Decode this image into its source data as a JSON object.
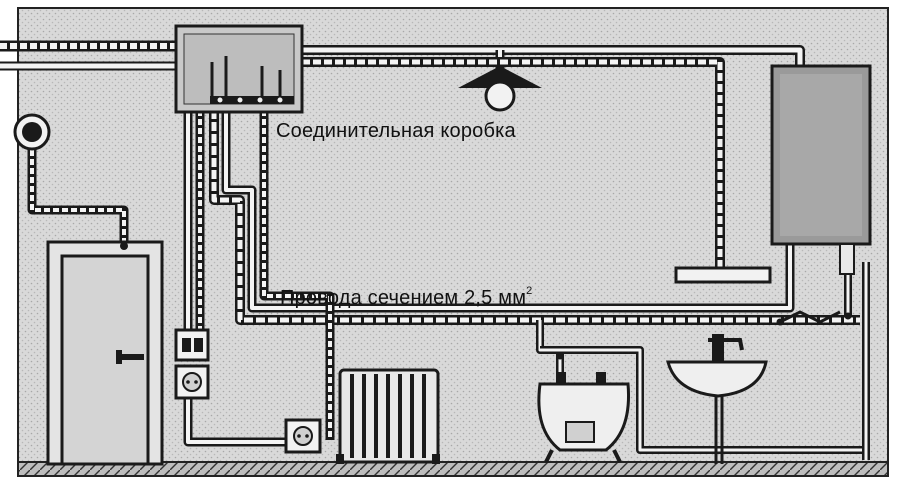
{
  "labels": {
    "junction_box": "Соединительная коробка",
    "wires": "Провода сечением 2,5 мм",
    "wires_sup": "2"
  },
  "colors": {
    "wall": "#d6d6d6",
    "ink": "#1a1a1a",
    "wire_gap": "#f2f2f2",
    "fixture_fill": "#9a9a9a"
  },
  "icons": [
    "junction-box-icon",
    "ceiling-lamp-icon",
    "round-switch-icon",
    "door-icon",
    "light-switch-icon",
    "wall-socket-icon",
    "radiator-icon",
    "boiler-icon",
    "washing-machine-icon",
    "sink-icon",
    "water-heater-icon",
    "mirror-lamp-icon"
  ]
}
